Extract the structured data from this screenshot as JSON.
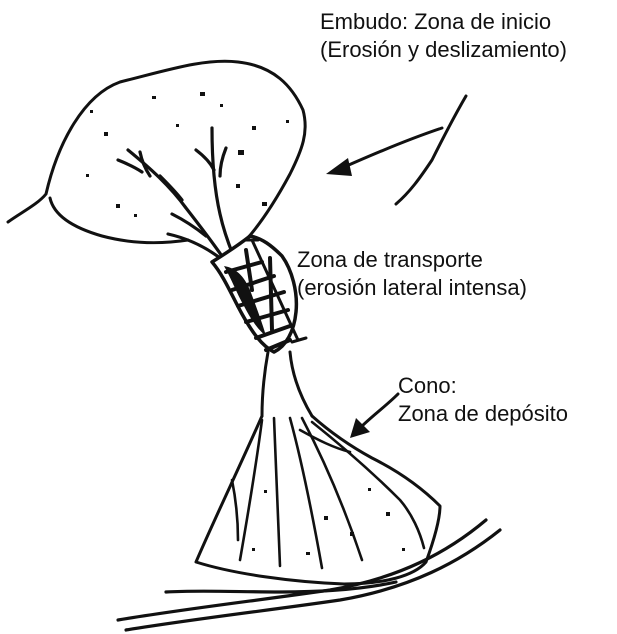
{
  "labels": {
    "funnel": {
      "line1": "Embudo: Zona de inicio",
      "line2": "(Erosión y deslizamiento)"
    },
    "transport": {
      "line1": "Zona de transporte",
      "line2": "(erosión lateral intensa)"
    },
    "cone": {
      "line1": "Cono:",
      "line2": "Zona de depósito"
    }
  },
  "colors": {
    "ink": "#111111",
    "background": "#ffffff"
  }
}
